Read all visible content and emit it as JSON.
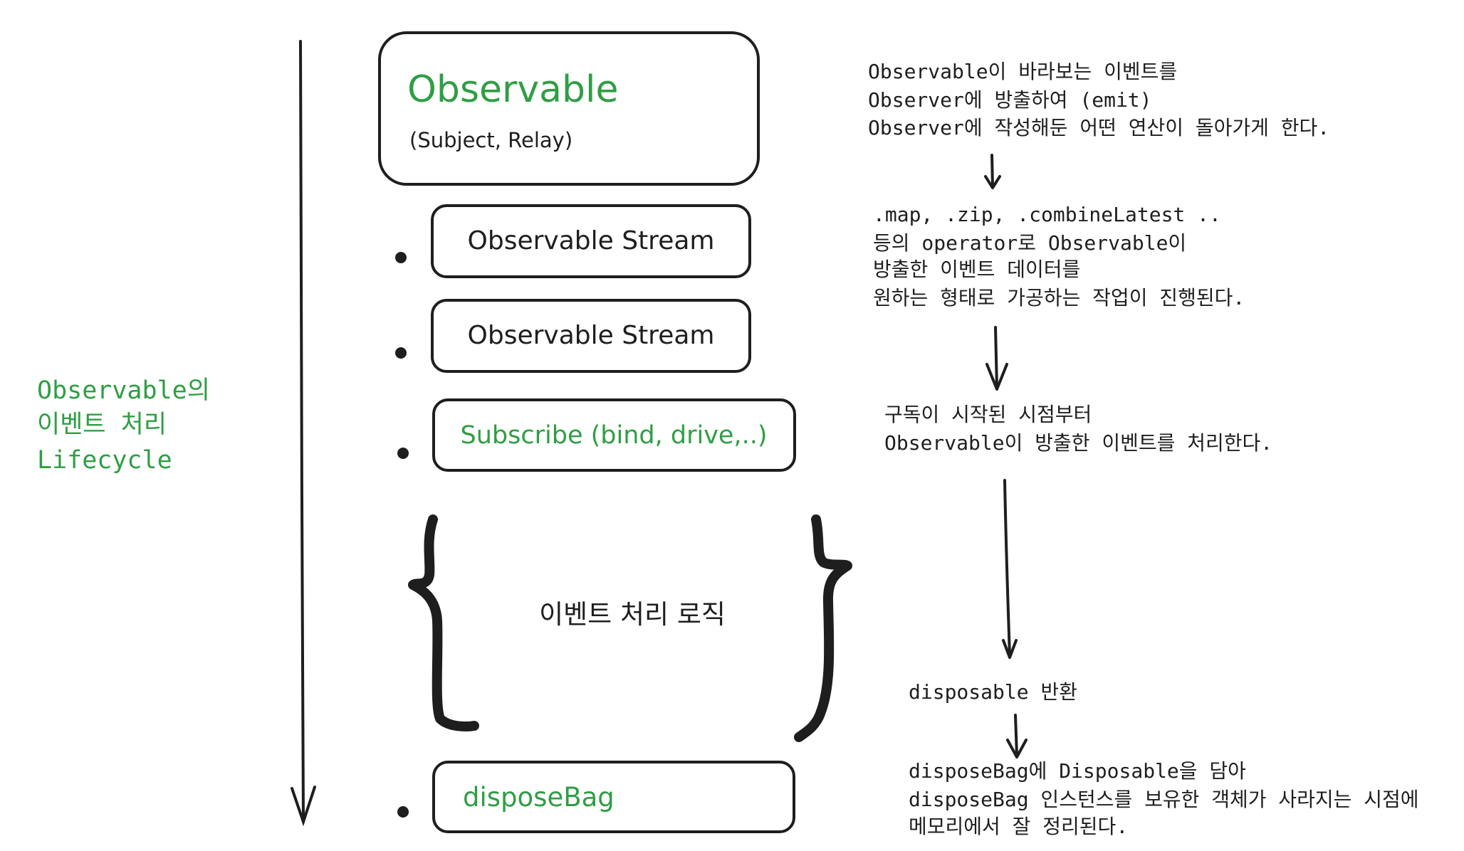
{
  "colors": {
    "ink": "#1e1e1e",
    "accent_green": "#2f9e44",
    "background": "#ffffff"
  },
  "side_label": {
    "line1": "Observable의",
    "line2": "이벤트 처리",
    "line3": "Lifecycle"
  },
  "boxes": {
    "observable": {
      "title": "Observable",
      "subtitle": "(Subject, Relay)"
    },
    "stream1": {
      "label": "Observable Stream"
    },
    "stream2": {
      "label": "Observable Stream"
    },
    "subscribe": {
      "label": "Subscribe (bind, drive,..)"
    },
    "handler": {
      "label": "이벤트 처리 로직"
    },
    "dispose_bag": {
      "label": "disposeBag"
    }
  },
  "notes": {
    "observable": [
      "Observable이 바라보는 이벤트를",
      "Observer에 방출하여 (emit)",
      "Observer에 작성해둔 어떤 연산이 돌아가게 한다."
    ],
    "operators": [
      ".map, .zip, .combineLatest ..",
      "등의 operator로 Observable이",
      "방출한 이벤트 데이터를",
      "원하는 형태로 가공하는 작업이 진행된다."
    ],
    "subscribe": [
      "구독이 시작된 시점부터",
      "Observable이 방출한 이벤트를 처리한다."
    ],
    "disposable": [
      "disposable 반환"
    ],
    "dispose_bag": [
      "disposeBag에 Disposable을 담아",
      "disposeBag 인스턴스를 보유한 객체가 사라지는 시점에",
      "메모리에서 잘 정리된다."
    ]
  }
}
